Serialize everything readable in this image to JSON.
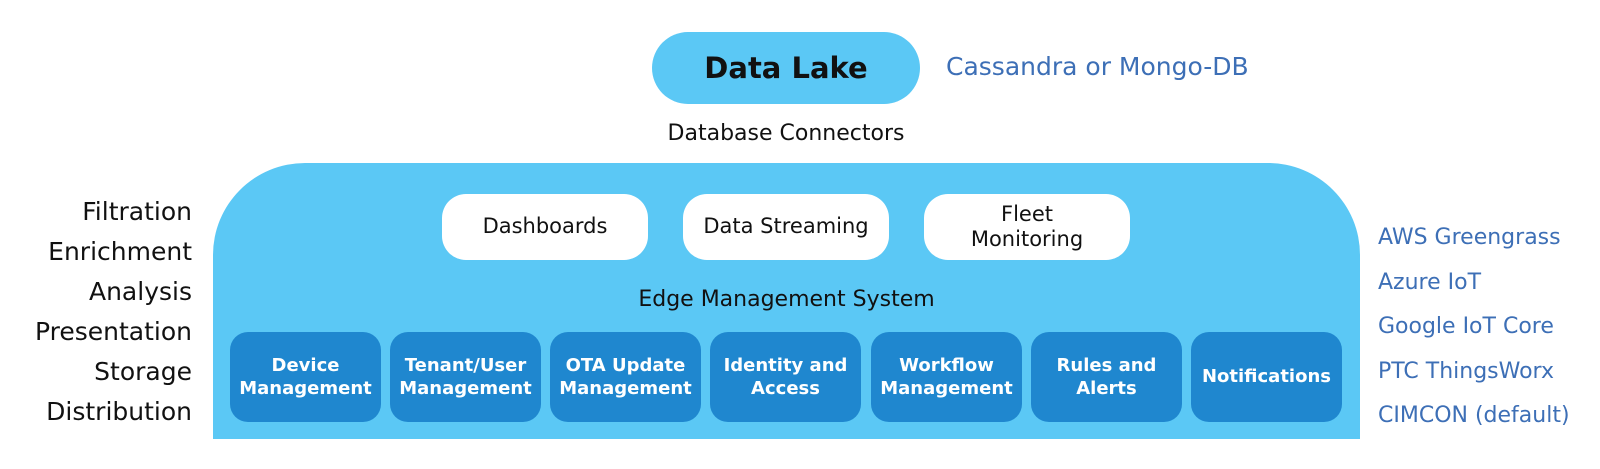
{
  "colors": {
    "panel": "#5bc8f5",
    "module": "#1f87cf",
    "accent_text": "#3d6fb6",
    "pill": "#ffffff"
  },
  "data_lake": {
    "label": "Data Lake",
    "note": "Cassandra or Mongo-DB"
  },
  "connectors_label": "Database Connectors",
  "processes": [
    "Filtration",
    "Enrichment",
    "Analysis",
    "Presentation",
    "Storage",
    "Distribution"
  ],
  "top_pills": [
    {
      "line1": "Dashboards",
      "line2": ""
    },
    {
      "line1": "Data Streaming",
      "line2": ""
    },
    {
      "line1": "Fleet",
      "line2": "Monitoring"
    }
  ],
  "edge_label": "Edge Management System",
  "modules": [
    {
      "line1": "Device",
      "line2": "Management"
    },
    {
      "line1": "Tenant/User",
      "line2": "Management"
    },
    {
      "line1": "OTA Update",
      "line2": "Management"
    },
    {
      "line1": "Identity and",
      "line2": "Access"
    },
    {
      "line1": "Workflow",
      "line2": "Management"
    },
    {
      "line1": "Rules and",
      "line2": "Alerts"
    },
    {
      "line1": "Notifications",
      "line2": ""
    }
  ],
  "platforms": [
    "AWS Greengrass",
    "Azure IoT",
    "Google IoT Core",
    "PTC ThingsWorx",
    "CIMCON (default)"
  ]
}
